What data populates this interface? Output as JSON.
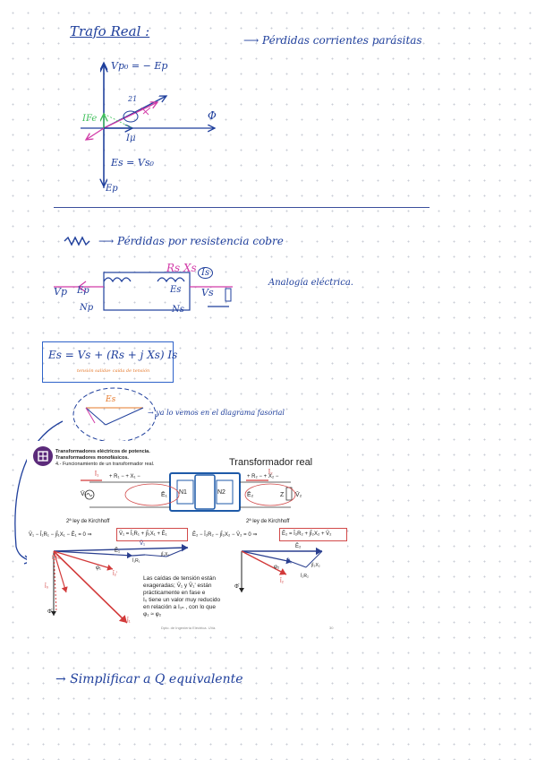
{
  "notes": {
    "title": "Trafo Real :",
    "heading_right": "Pérdidas corrientes parásitas",
    "phasor_labels": {
      "up0": "Vp₀ = − Ep",
      "ifc": "IFe",
      "ih": "Iμ",
      "phi": "Φ",
      "es": "Es = Vs₀",
      "ep": "Ep",
      "n21": "21"
    },
    "section2": "Pérdidas por resistencia cobre",
    "circuit": {
      "rs_xs": "Rs Xs",
      "is": "Is",
      "vp": "Vp",
      "ep": "Ep",
      "es": "Es",
      "vs": "Vs",
      "np": "Np",
      "ns": "Ns"
    },
    "analogy": "Analogía eléctrica.",
    "equation": "Es = Vs + (Rs + j Xs) Is",
    "equation_sub1": "tensión salida",
    "equation_sub2": "+ caída de tensión",
    "ellipse_label": "Es",
    "ellipse_note": "→ ya lo vemos en el diagrama fasorial",
    "footer": "→ Simplificar a Q equivalente"
  },
  "slide": {
    "header_line1": "Transformadores eléctricos de potencia.",
    "header_line2": "Transformadores monofásicos.",
    "header_line3": "4.- Funcionamiento de un transformador real.",
    "title": "Transformador real",
    "kirchhoff_left": "2ª ley de Kirchhoff",
    "kirchhoff_right": "2ª ley de Kirchhoff",
    "eq_left": "V̄₁ − Ī₁R₁ − jĪ₁X₁ − Ē₁ = 0  ⇒",
    "eq_left_boxed": "V̄₁ = Ī₁R₁ + jĪ₁X₁ + Ē₁",
    "eq_right": "Ē₂ − Ī₂R₂ − jĪ₂X₂ − V̄₂ = 0  ⇒",
    "eq_right_boxed": "Ē₂ = Ī₂R₂ + jĪ₂X₂ + V̄₂",
    "note_lines": [
      "Las caídas de tensión están",
      "exageradas; V̄₁ y V̄₁' están",
      "prácticamente en fase e",
      "I₀ tiene un valor muy reducido",
      "en relación a I₁ₙ , con lo que",
      "φ₁ ≈ φ₂"
    ],
    "n1": "N1",
    "n2": "N2",
    "footer": "Dpto. de Ingeniería Eléctrica. UVa.",
    "page": "30",
    "circuit_labels": {
      "i1": "Ī₁",
      "i2": "Ī₂",
      "r1x1": "+ R₁ −  + X₁ −",
      "r2x2": "+ R₂ −  + X₂ −",
      "v1": "V̄₁",
      "v2": "V̄₂",
      "e1": "Ē₁",
      "e2": "Ē₂",
      "z": "Z"
    },
    "phasor_left": {
      "v1": "V̄₁",
      "i1r1": "Ī₁R₁",
      "ji1x1": "jĪ₁X₁",
      "e1": "Ē₁",
      "phi1": "φ₁",
      "io": "Ī₀",
      "ife": "Ī_Fe",
      "i1": "Ī₁",
      "i2p": "Ī₂'",
      "phi": "Φ̄"
    },
    "phasor_right": {
      "e2": "Ē₂",
      "v2": "V̄₂",
      "phi2": "φ₂",
      "i2": "Ī₂",
      "i2r2": "Ī₂R₂",
      "ji2x2": "jĪ₂X₂",
      "phi": "Φ̄"
    }
  }
}
